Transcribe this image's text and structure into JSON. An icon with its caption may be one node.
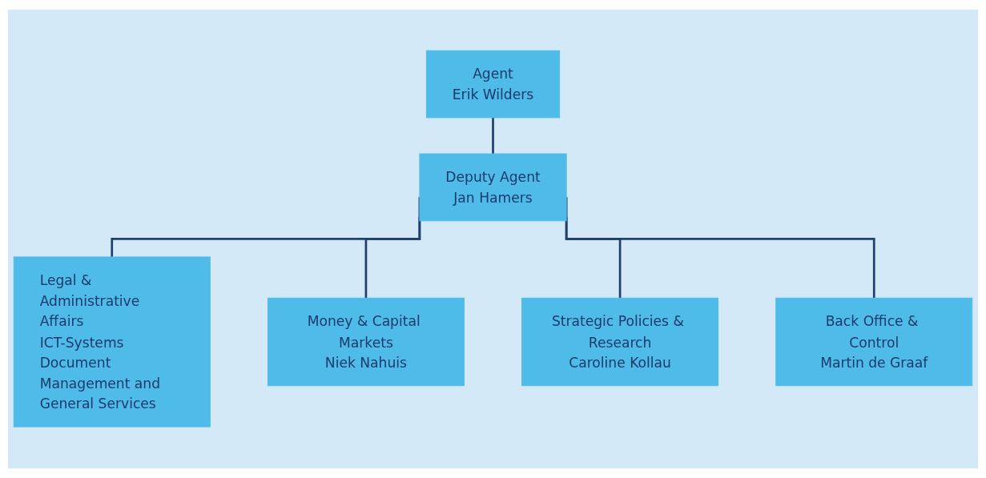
{
  "diagram": {
    "nodes": [
      {
        "text": [
          "Agent",
          "Erik Wilders"
        ]
      },
      {
        "text": [
          "Deputy Agent",
          "Jan Hamers"
        ]
      },
      {
        "text": [
          "Legal & Administrative Affairs",
          "ICT-Systems",
          "Document Management and General Services"
        ]
      },
      {
        "text": [
          "Money & Capital Markets",
          "Niek Nahuis"
        ]
      },
      {
        "text": [
          "Strategic Policies & Research",
          "Caroline Kollau"
        ]
      },
      {
        "text": [
          "Back Office & Control",
          "Martin de Graaf"
        ]
      }
    ],
    "edges": [
      {
        "from": 0,
        "to": 1,
        "arrow": "none"
      },
      {
        "from": 1,
        "to": 2,
        "arrow": "none"
      },
      {
        "from": 1,
        "to": 3,
        "arrow": "none"
      },
      {
        "from": 1,
        "to": 4,
        "arrow": "none"
      },
      {
        "from": 1,
        "to": 5,
        "arrow": "none"
      }
    ]
  }
}
